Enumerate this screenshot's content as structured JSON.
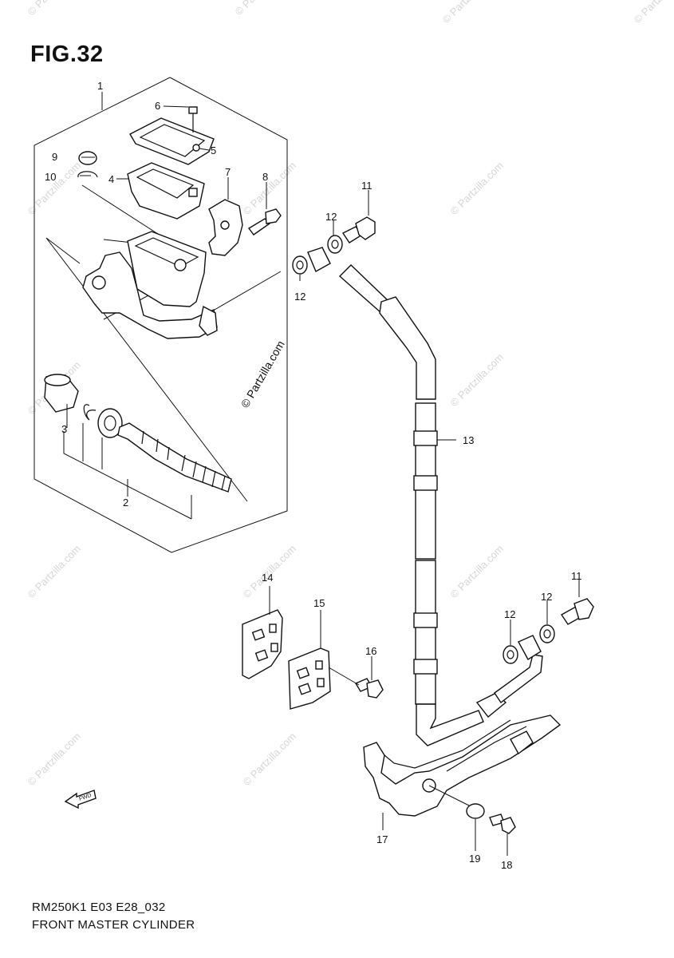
{
  "figure_title": "FIG.32",
  "model_code": "RM250K1 E03 E28_032",
  "figure_name": "FRONT MASTER CYLINDER",
  "watermark_text": "© Partzilla.com",
  "fwd_label": "FWD",
  "callouts": [
    "1",
    "2",
    "3",
    "4",
    "5",
    "6",
    "7",
    "8",
    "9",
    "10",
    "11",
    "12",
    "12",
    "13",
    "14",
    "15",
    "16",
    "17",
    "18",
    "19",
    "11",
    "12",
    "12"
  ]
}
